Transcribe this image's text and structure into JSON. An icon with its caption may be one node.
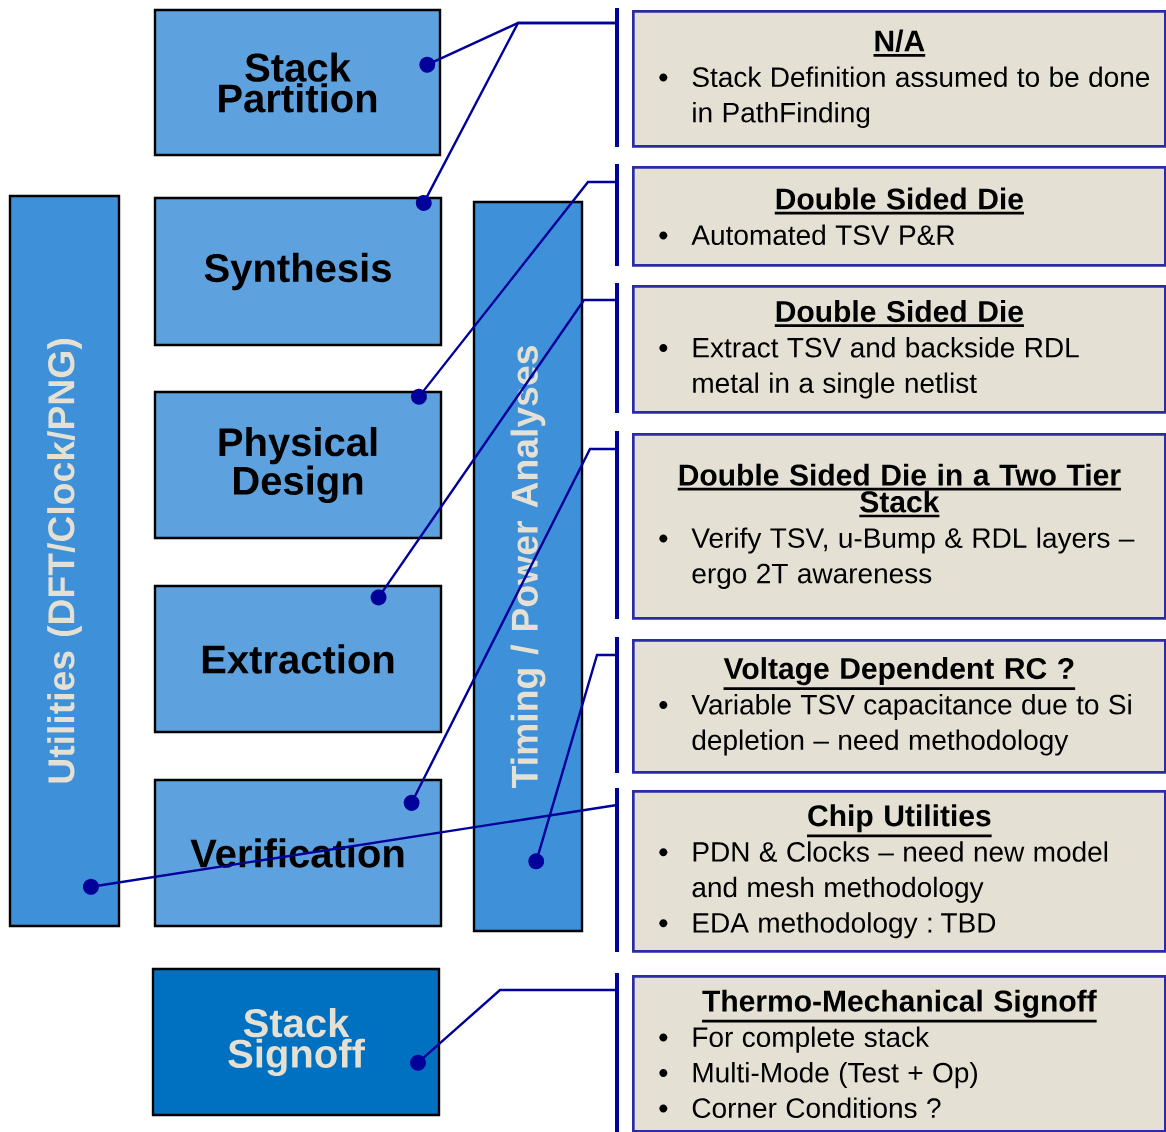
{
  "diagram": {
    "nodes": [
      {
        "text": [
          "Stack Partition"
        ]
      },
      {
        "text": [
          "Synthesis"
        ]
      },
      {
        "text": [
          "Physical Design"
        ]
      },
      {
        "text": [
          "Extraction"
        ]
      },
      {
        "text": [
          "Verification"
        ]
      },
      {
        "text": [
          "Stack Signoff"
        ]
      },
      {
        "text": [
          "Utilities (DFT/Clock/PNG)"
        ]
      },
      {
        "text": [
          "Timing / Power Analyses"
        ]
      },
      {
        "text": [
          "N/A",
          "Stack Definition assumed to be done in PathFinding"
        ]
      },
      {
        "text": [
          "Double Sided Die",
          "Automated TSV P&R"
        ]
      },
      {
        "text": [
          "Double Sided Die",
          "Extract TSV and backside RDL metal in a single netlist"
        ]
      },
      {
        "text": [
          "Double Sided Die in a Two Tier Stack",
          "Verify TSV, u-Bump & RDL layers – ergo 2T awareness"
        ]
      },
      {
        "text": [
          "Voltage Dependent RC ?",
          "Variable TSV capacitance due to Si depletion – need methodology"
        ]
      },
      {
        "text": [
          "Chip Utilities",
          "PDN & Clocks – need new model and mesh methodology",
          "EDA methodology : TBD"
        ]
      },
      {
        "text": [
          "Thermo-Mechanical Signoff",
          "For complete stack",
          "Multi-Mode (Test + Op)",
          "Corner Conditions ?"
        ]
      }
    ],
    "edges": [
      {
        "from": 8,
        "to": 0,
        "arrow": "other"
      },
      {
        "from": 8,
        "to": 1,
        "arrow": "other"
      },
      {
        "from": 9,
        "to": 2,
        "arrow": "other"
      },
      {
        "from": 10,
        "to": 3,
        "arrow": "other"
      },
      {
        "from": 11,
        "to": 4,
        "arrow": "other"
      },
      {
        "from": 12,
        "to": 7,
        "arrow": "other"
      },
      {
        "from": 13,
        "to": 6,
        "arrow": "other"
      },
      {
        "from": 14,
        "to": 5,
        "arrow": "other"
      }
    ]
  }
}
